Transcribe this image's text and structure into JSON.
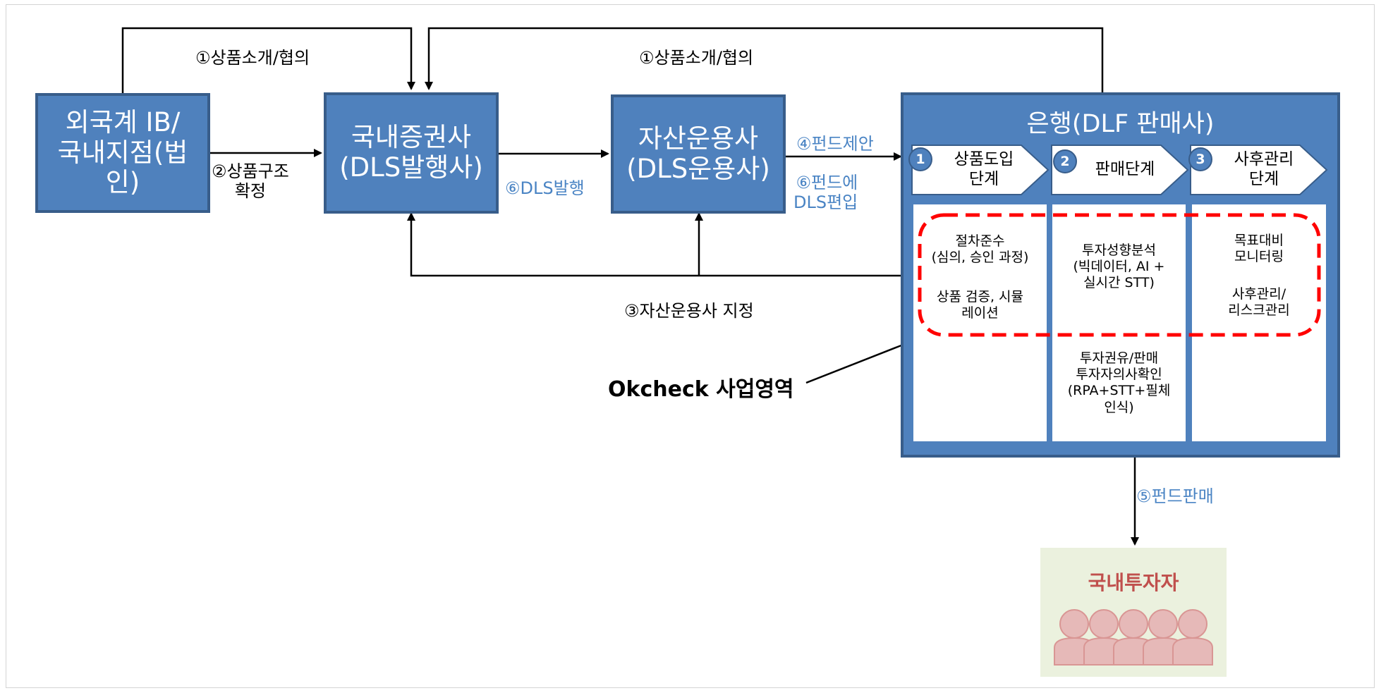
{
  "entities": {
    "foreign_ib": "외국계 IB/\n국내지점(법\n인)",
    "securities": "국내증권사\n(DLS발행사)",
    "asset_manager": "자산운용사\n(DLS운용사)",
    "bank_title": "은행(DLF 판매사)"
  },
  "flows": {
    "intro_left": "①상품소개/협의",
    "intro_right": "①상품소개/협의",
    "structure": "②상품구조\n확정",
    "assign": "③자산운용사 지정",
    "fund_propose": "④펀드제안",
    "fund_sale": "⑤펀드판매",
    "dls_issue": "⑥DLS발행",
    "fund_include": "⑥펀드에\nDLS편입"
  },
  "stages": [
    {
      "number": "1",
      "label": "상품도입\n단계"
    },
    {
      "number": "2",
      "label": "판매단계"
    },
    {
      "number": "3",
      "label": "사후관리\n단계"
    }
  ],
  "columns": {
    "col1_a": "절차준수\n(심의, 승인 과정)",
    "col1_b": "상품 검증, 시뮬\n레이션",
    "col2_a": "투자성향분석\n(빅데이터, AI +\n실시간 STT)",
    "col2_b": "투자권유/판매\n투자자의사확인\n(RPA+STT+필체\n인식)",
    "col3_a": "목표대비\n모니터링",
    "col3_b": "사후관리/\n리스크관리"
  },
  "okcheck_label": "Okcheck 사업영역",
  "investor_label": "국내투자자",
  "colors": {
    "box_fill": "#4f81bd",
    "box_border": "#385d8a",
    "flow_blue": "#4a84c4",
    "highlight_dash": "#ff0000",
    "investor_bg": "#ebf1de",
    "investor_people": "#e6b9b8"
  }
}
